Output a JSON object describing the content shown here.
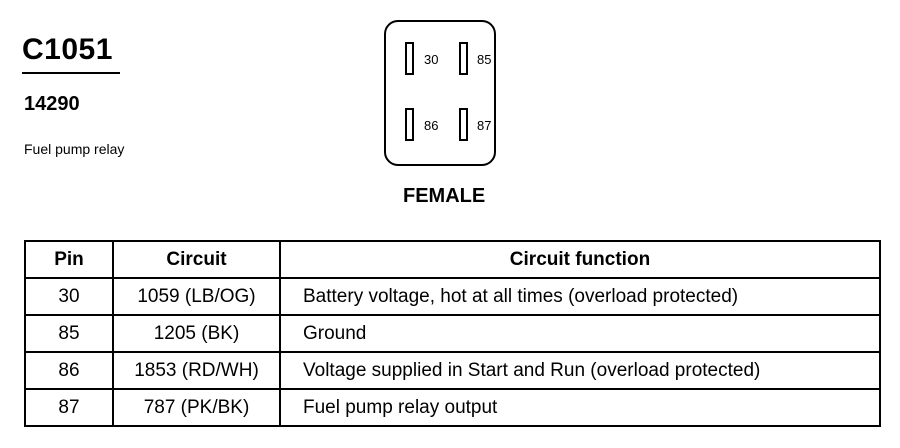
{
  "connector": {
    "id": "C1051",
    "part_number": "14290",
    "description": "Fuel pump relay",
    "gender": "FEMALE",
    "face_pins": [
      {
        "pin": "30"
      },
      {
        "pin": "85"
      },
      {
        "pin": "86"
      },
      {
        "pin": "87"
      }
    ]
  },
  "table": {
    "headers": [
      "Pin",
      "Circuit",
      "Circuit function"
    ],
    "rows": [
      [
        "30",
        "1059 (LB/OG)",
        "Battery voltage, hot at all times (overload protected)"
      ],
      [
        "85",
        "1205 (BK)",
        "Ground"
      ],
      [
        "86",
        "1853 (RD/WH)",
        "Voltage supplied in Start and Run (overload protected)"
      ],
      [
        "87",
        "787 (PK/BK)",
        "Fuel pump relay output"
      ]
    ]
  }
}
